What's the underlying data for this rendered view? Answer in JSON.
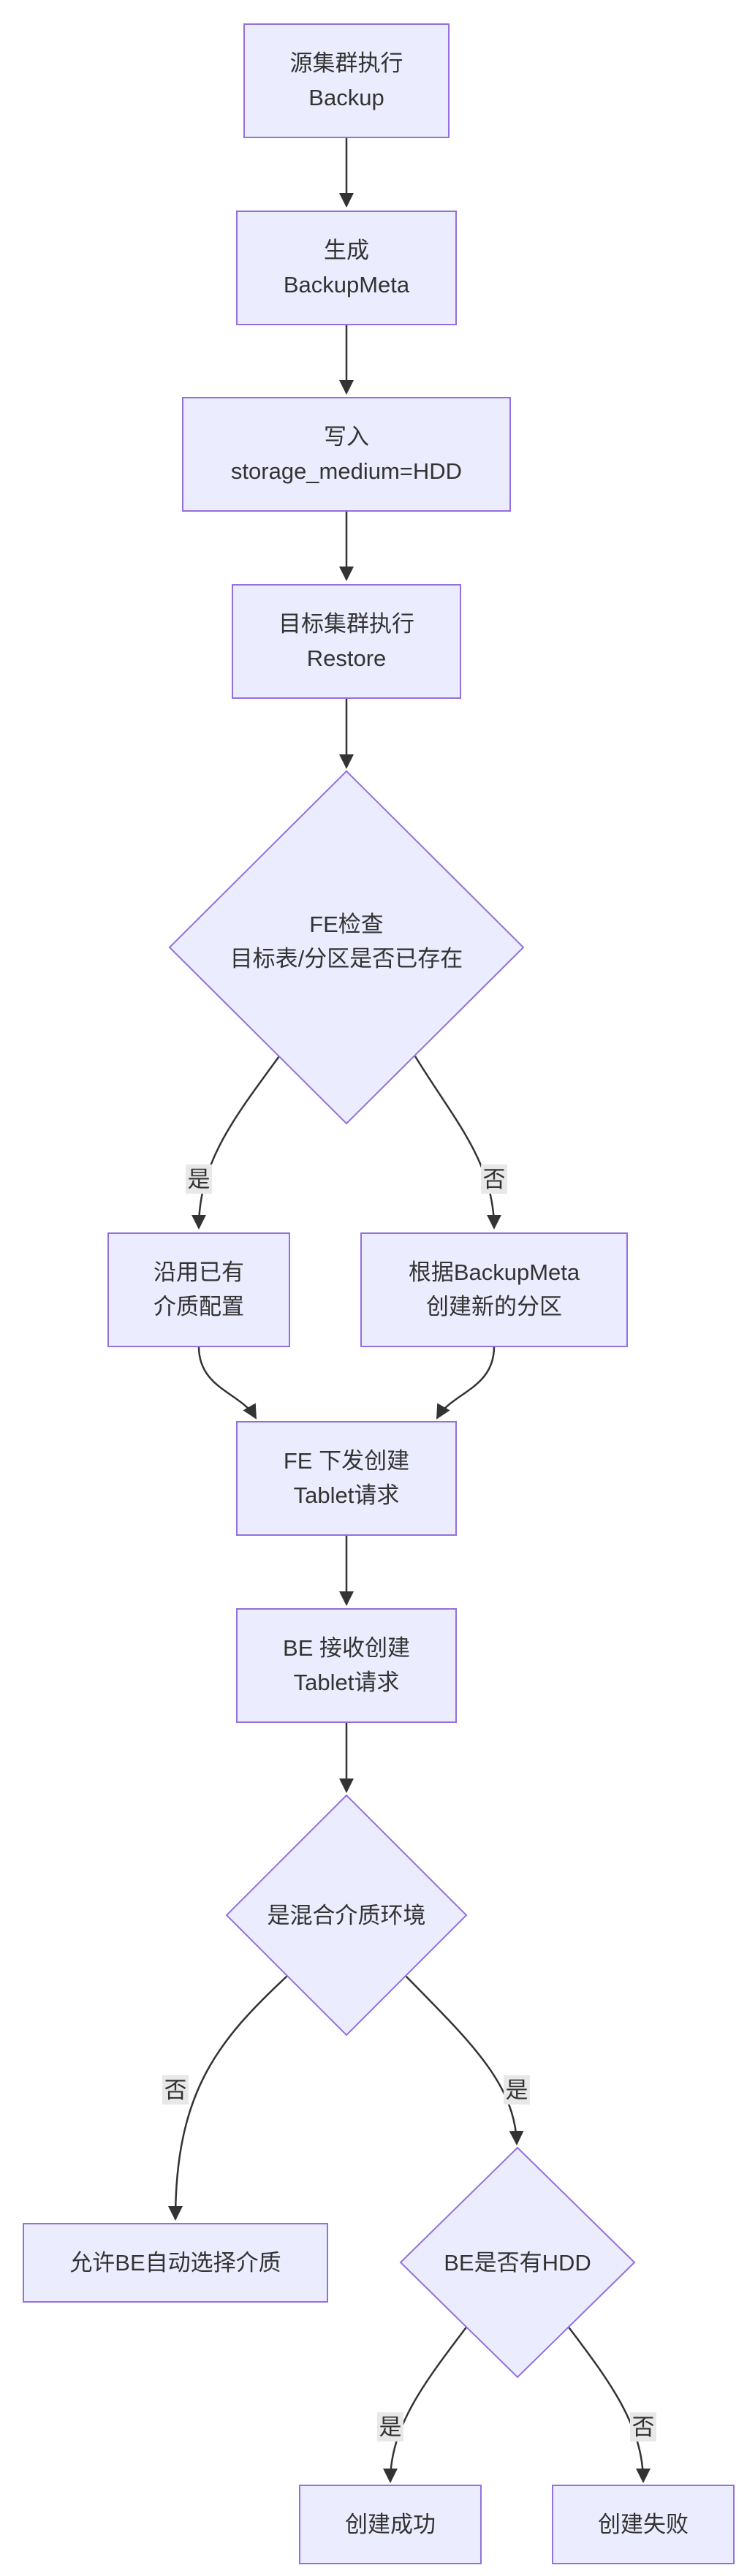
{
  "nodes": {
    "n1": [
      "源集群执行",
      "Backup"
    ],
    "n2": [
      "生成",
      "BackupMeta"
    ],
    "n3": [
      "写入",
      "storage_medium=HDD"
    ],
    "n4": [
      "目标集群执行",
      "Restore"
    ],
    "d1": [
      "FE检查",
      "目标表/分区是否已存在"
    ],
    "n5": [
      "沿用已有",
      "介质配置"
    ],
    "n6": [
      "根据BackupMeta",
      "创建新的分区"
    ],
    "n7": [
      "FE 下发创建",
      "Tablet请求"
    ],
    "n8": [
      "BE 接收创建",
      "Tablet请求"
    ],
    "d2": [
      "是混合介质环境"
    ],
    "n9": [
      "允许BE自动选择介质"
    ],
    "d3": [
      "BE是否有HDD"
    ],
    "n10": [
      "创建成功"
    ],
    "n11": [
      "创建失败"
    ]
  },
  "edge_labels": {
    "d1_yes": "是",
    "d1_no": "否",
    "d2_no": "否",
    "d2_yes": "是",
    "d3_yes": "是",
    "d3_no": "否"
  },
  "colors": {
    "node_fill": "#ECECFF",
    "node_stroke": "#9370DB",
    "edge": "#333333",
    "text": "#333333",
    "label_bg": "#e8e8e8"
  }
}
